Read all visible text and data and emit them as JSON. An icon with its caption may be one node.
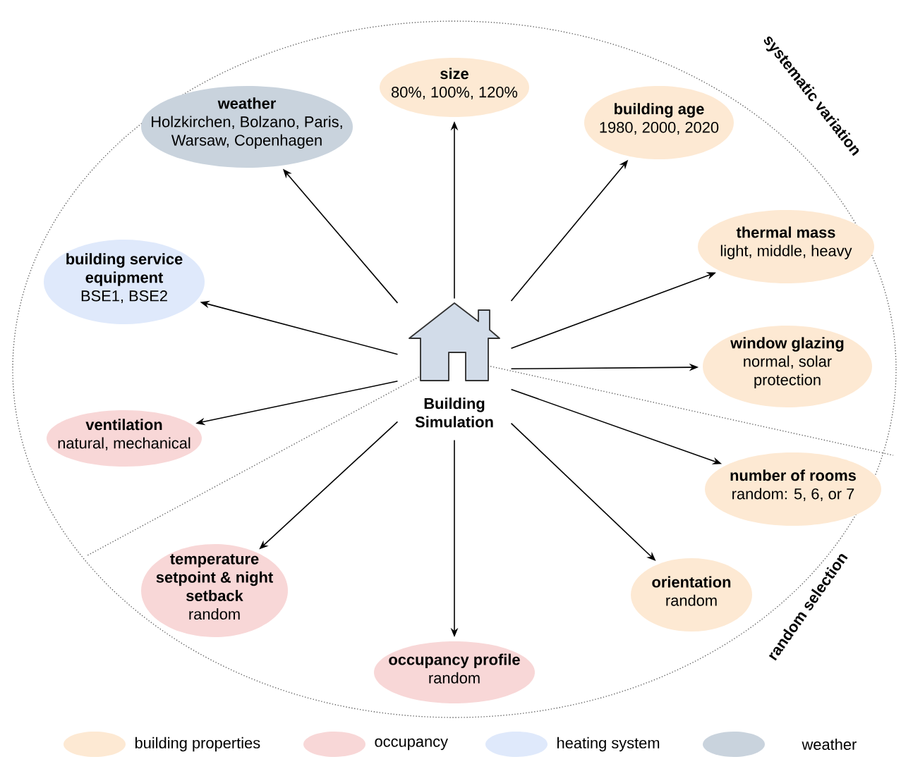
{
  "diagram": {
    "nodes": [
      {
        "text": [
          "Building Simulation"
        ]
      },
      {
        "text": [
          "size",
          "80%, 100%, 120%"
        ]
      },
      {
        "text": [
          "weather",
          "Holzkirchen, Bolzano, Paris, Warsaw,  Copenhagen"
        ]
      },
      {
        "text": [
          "building age",
          "1980, 2000, 2020"
        ]
      },
      {
        "text": [
          "thermal mass",
          "light, middle, heavy"
        ]
      },
      {
        "text": [
          "building service equipment",
          "BSE1, BSE2"
        ]
      },
      {
        "text": [
          "window glazing",
          "normal, solar protection"
        ]
      },
      {
        "text": [
          "ventilation",
          "natural, mechanical"
        ]
      },
      {
        "text": [
          "number of rooms",
          "random: 5, 6, or 7"
        ]
      },
      {
        "text": [
          "temperature setpoint & night setback",
          "random"
        ]
      },
      {
        "text": [
          "orientation",
          "random"
        ]
      },
      {
        "text": [
          "occupancy profile",
          "random"
        ]
      }
    ],
    "edges": [
      {
        "from": 0,
        "to": 1,
        "arrow": "to"
      },
      {
        "from": 0,
        "to": 2,
        "arrow": "to"
      },
      {
        "from": 0,
        "to": 3,
        "arrow": "to"
      },
      {
        "from": 0,
        "to": 4,
        "arrow": "to"
      },
      {
        "from": 0,
        "to": 5,
        "arrow": "to"
      },
      {
        "from": 0,
        "to": 6,
        "arrow": "to"
      },
      {
        "from": 0,
        "to": 7,
        "arrow": "to"
      },
      {
        "from": 0,
        "to": 8,
        "arrow": "to"
      },
      {
        "from": 0,
        "to": 9,
        "arrow": "to"
      },
      {
        "from": 0,
        "to": 10,
        "arrow": "to"
      },
      {
        "from": 0,
        "to": 11,
        "arrow": "to"
      }
    ],
    "labels": [
      "systematic variation",
      "random selection"
    ],
    "legend": [
      {
        "text": "building properties",
        "color": "#fde9d3"
      },
      {
        "text": "occupancy",
        "color": "#f8d7d7"
      },
      {
        "text": "heating system",
        "color": "#dfe9fb"
      },
      {
        "text": "weather",
        "color": "#c9d3dd"
      }
    ]
  }
}
